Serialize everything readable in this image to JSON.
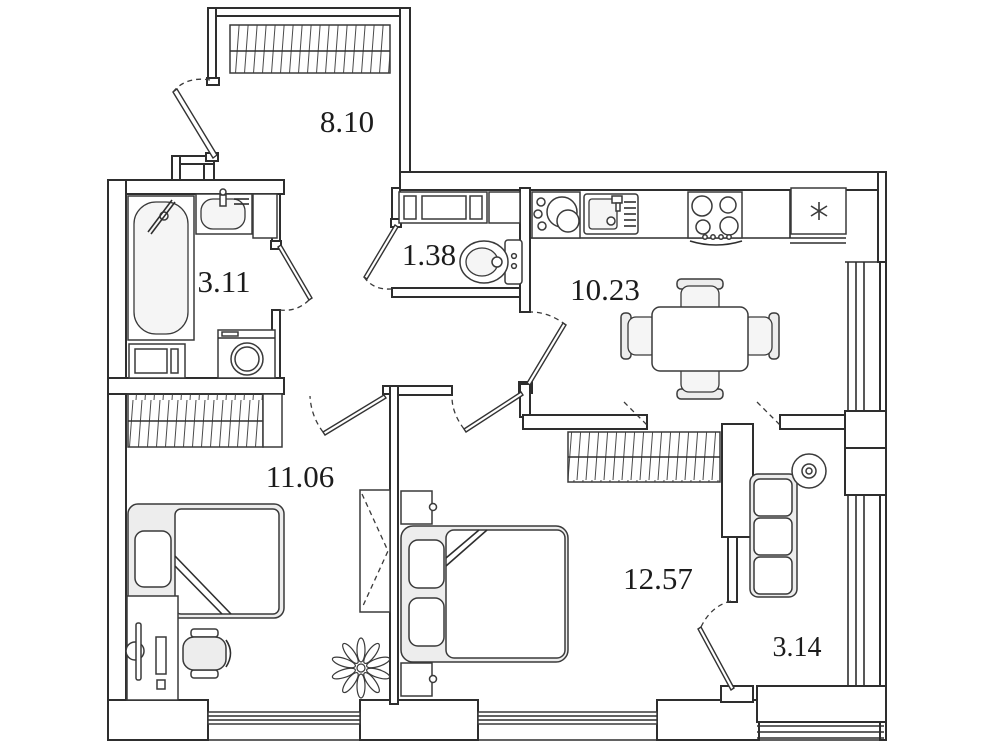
{
  "plan": {
    "type": "apartment-floor-plan",
    "rooms": {
      "hallway": {
        "area": "8.10"
      },
      "bathroom": {
        "area": "3.11"
      },
      "wc": {
        "area": "1.38"
      },
      "kitchen": {
        "area": "10.23"
      },
      "bedroom": {
        "area": "11.06"
      },
      "living_room": {
        "area": "12.57"
      },
      "balcony": {
        "area": "3.14"
      }
    },
    "fixtures": [
      "entrance-door",
      "wardrobe-hallway",
      "bathtub",
      "bathroom-sink",
      "washing-machine",
      "bathroom-cabinet",
      "toilet",
      "storage-shelves",
      "kitchen-counter",
      "kitchen-sink",
      "dish-rack",
      "cooktop",
      "refrigerator",
      "dining-table",
      "dining-chairs",
      "wardrobe-bedroom",
      "single-bed",
      "desk",
      "office-chair",
      "plant",
      "tall-cabinet",
      "wardrobe-living",
      "double-bed",
      "nightstands",
      "sofa",
      "round-table",
      "windows"
    ],
    "colors": {
      "wall_line": "#2e2e2e",
      "furniture_fill": "#ededed",
      "background": "#ffffff",
      "label_text": "#1c1c1c"
    }
  }
}
